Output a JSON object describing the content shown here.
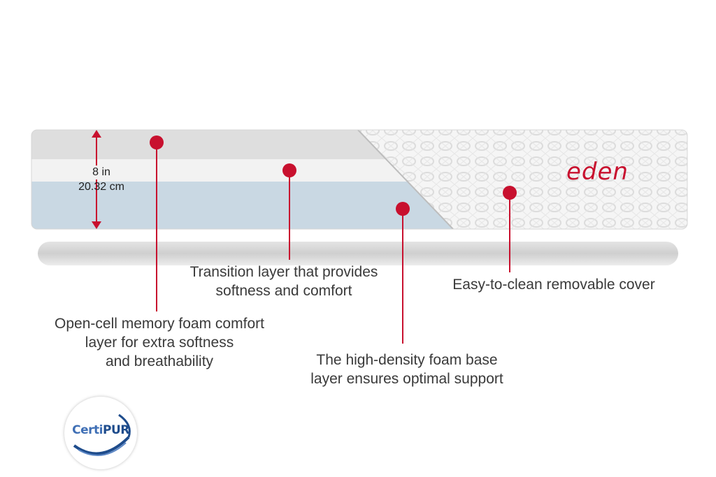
{
  "product": {
    "brand": "eden",
    "height_in": "8 in",
    "height_cm": "20.32 cm"
  },
  "callouts": [
    {
      "id": "comfort",
      "label": "Open-cell memory foam comfort\nlayer for extra softness\nand breathability"
    },
    {
      "id": "transition",
      "label": "Transition layer that provides\nsoftness and comfort"
    },
    {
      "id": "base",
      "label": "The high-density foam base\nlayer ensures optimal support"
    },
    {
      "id": "cover",
      "label": "Easy-to-clean removable cover"
    }
  ],
  "certification": {
    "prefix": "Certi",
    "suffix": "PUR"
  },
  "colors": {
    "accent_red": "#c8102e",
    "base_layer": "#c9d8e3",
    "cover": "#f4f4f4",
    "certi_blue": "#1e4c8c"
  }
}
